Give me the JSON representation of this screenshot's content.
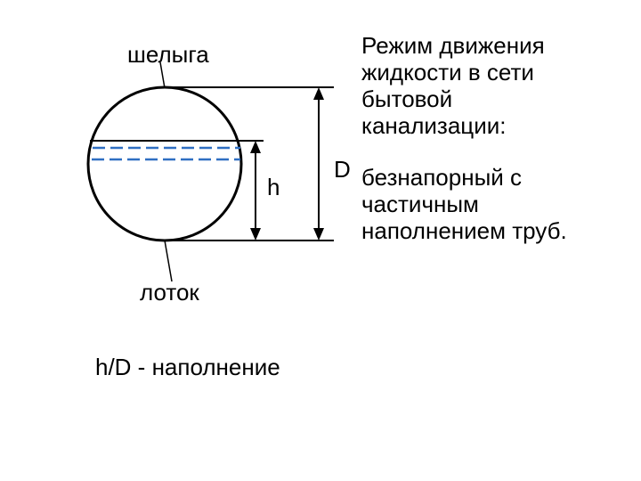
{
  "diagram": {
    "label_crown": "шелыга",
    "label_invert": "лоток",
    "label_h": "h",
    "label_d": "D",
    "label_ratio": "h/D - наполнение",
    "water_line_color": "#2f6fc2",
    "line_color": "#000000"
  },
  "description": {
    "title_lines": [
      "Режим движения",
      "жидкости в сети",
      "бытовой",
      "канализации:"
    ],
    "answer_lines": [
      "безнапорный с",
      "частичным",
      "наполнением труб."
    ]
  }
}
